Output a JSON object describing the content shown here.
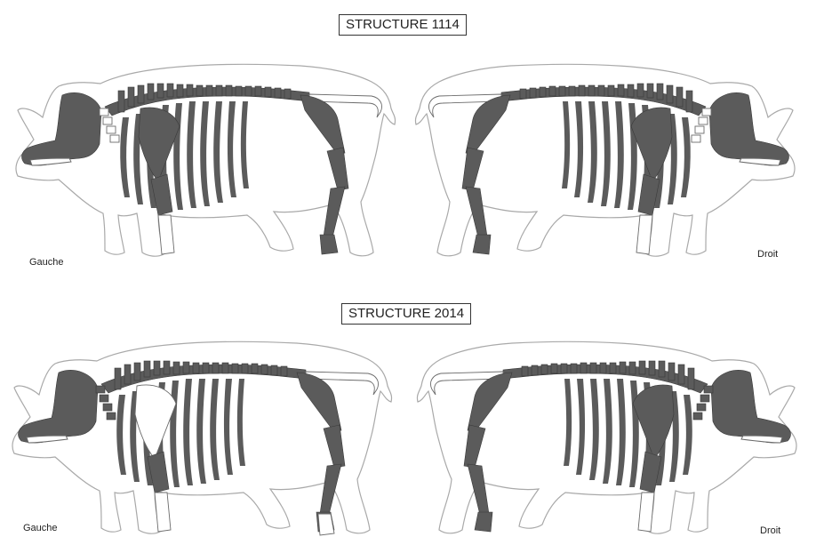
{
  "structures": [
    {
      "title": "STRUCTURE 1114",
      "left_label": "Gauche",
      "right_label": "Droit"
    },
    {
      "title": "STRUCTURE 2014",
      "left_label": "Gauche",
      "right_label": "Droit"
    }
  ],
  "colors": {
    "bone_present": "#5b5b5b",
    "bone_absent": "#ffffff",
    "outline": "#a9a9a9"
  }
}
